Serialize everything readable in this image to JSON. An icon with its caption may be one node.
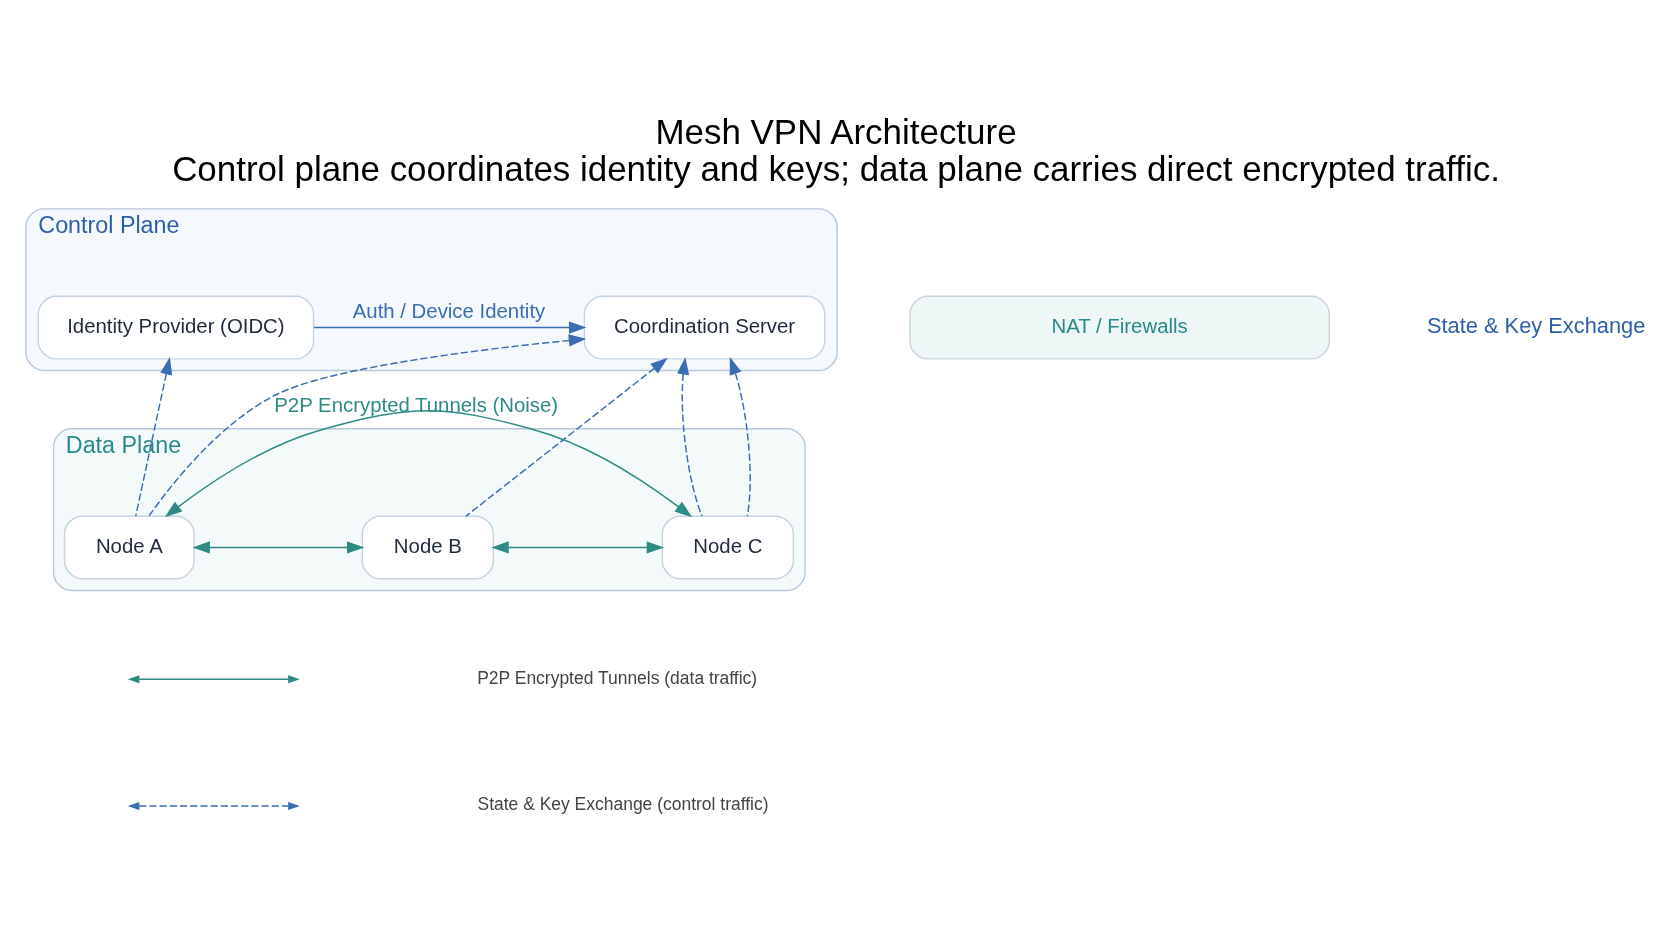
{
  "diagram": {
    "title": "Mesh VPN Architecture",
    "caption": "Control plane coordinates identity and keys; data plane carries direct encrypted traffic.",
    "nodes": [
      {
        "text": [
          "Control Plane"
        ]
      },
      {
        "text": [
          "Identity Provider (OIDC)"
        ],
        "in": 0
      },
      {
        "text": [
          "Coordination Server"
        ],
        "in": 0
      },
      {
        "text": [
          "NAT / Firewalls"
        ]
      },
      {
        "text": [
          "Data Plane"
        ]
      },
      {
        "text": [
          "Node A"
        ],
        "in": 4
      },
      {
        "text": [
          "Node B"
        ],
        "in": 4
      },
      {
        "text": [
          "Node C"
        ],
        "in": 4
      }
    ],
    "edges": [
      {
        "from": 1,
        "to": 2,
        "arrow": "to",
        "label": "Auth / Device Identity"
      },
      {
        "from": 5,
        "to": 1,
        "arrow": "to",
        "style": "dashed"
      },
      {
        "from": 5,
        "to": 2,
        "arrow": "to",
        "style": "dashed"
      },
      {
        "from": 6,
        "to": 2,
        "arrow": "to",
        "style": "dashed"
      },
      {
        "from": 7,
        "to": 2,
        "arrow": "to",
        "style": "dashed"
      },
      {
        "from": 7,
        "to": 2,
        "arrow": "to",
        "style": "dashed"
      },
      {
        "from": 5,
        "to": 6,
        "arrow": "both",
        "color": "#2e8b84"
      },
      {
        "from": 6,
        "to": 7,
        "arrow": "both",
        "color": "#2e8b84"
      },
      {
        "from": 5,
        "to": 7,
        "arrow": "both",
        "color": "#2e8b84",
        "label": "P2P Encrypted Tunnels (Noise)"
      }
    ],
    "labels": [
      "State & Key Exchange"
    ],
    "legend": [
      {
        "text": "P2P Encrypted Tunnels (data traffic)"
      },
      {
        "text": "State & Key Exchange (control traffic)"
      }
    ]
  }
}
